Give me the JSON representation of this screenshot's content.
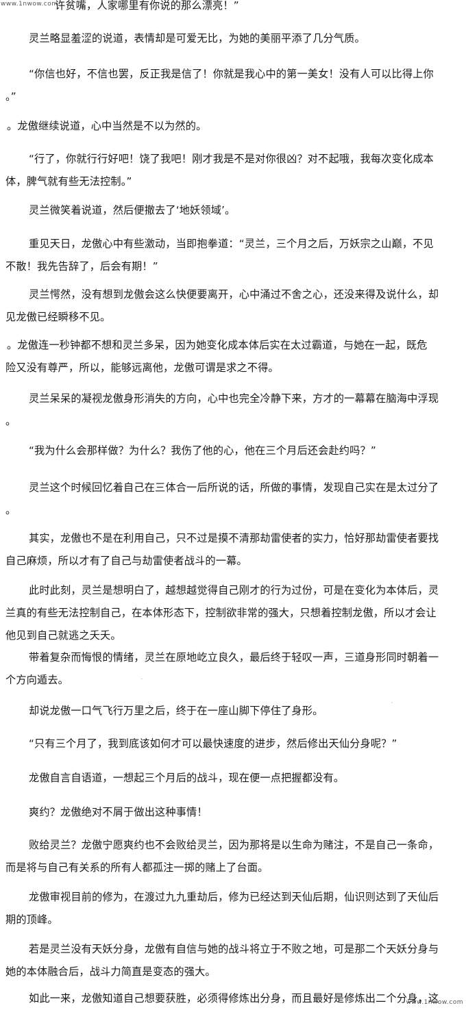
{
  "watermark_top": "www.1nwow.com",
  "watermark_bottom": "www.1nwow.com",
  "paragraphs": [
    [
      "许贫嘴，人家哪里有你说的那么漂亮！”"
    ],
    [
      "灵兰略显羞涩的说道，表情却是可爱无比，为她的美丽平添了几分气质。"
    ],
    [
      "“你信也好，不信也罢，反正我是信了！你就是我心中的第一美女！没有人可以比得上你",
      "。”"
    ],
    [
      "。龙傲继续说道，心中当然是不以为然的。"
    ],
    [
      "“行了，你就行行好吧！饶了我吧！刚才我是不是对你很凶？对不起哦，我每次变化成本",
      "体，脾气就有些无法控制。”"
    ],
    [
      "灵兰微笑着说道，然后便撤去了‘地妖领域’。"
    ],
    [
      "重见天日，龙傲心中有些激动，当即抱拳道：“灵兰，三个月之后，万妖宗之山巅，不见",
      "不散！我先告辞了，后会有期！”"
    ],
    [
      "灵兰愕然，没有想到龙傲会这么快便要离开，心中涌过不舍之心，还没来得及说什么，却",
      "见龙傲已经瞬移不见。"
    ],
    [
      "。龙傲连一秒钟都不想和灵兰多呆，因为她变化成本体后实在太过霸道，与她在一起，既危",
      "险又没有尊严，所以，能够远离他，龙傲可谓是求之不得。"
    ],
    [
      "灵兰呆呆的凝视龙傲身形消失的方向，心中也完全冷静下来，方才的一幕幕在脑海中浮现",
      "。"
    ],
    [
      "“我为什么会那样做？为什么？我伤了他的心，他在三个月后还会赴约吗？”"
    ],
    [
      "灵兰这个时候回忆着自己在三体合一后所说的话，所做的事情，发现自己实在是太过分了",
      "。"
    ],
    [
      "其实，龙傲也不是在利用自己，只不过是摸不清那劫雷使者的实力，恰好那劫雷使者要找",
      "自己麻烦，所以才有了自己与劫雷使者战斗的一幕。"
    ],
    [
      "此时此刻，灵兰是想明白了，越想越觉得自己刚才的行为过份，可是在变化为本体后，灵",
      "兰真的有些无法控制自己，在本体形态下，控制欲非常的强大，只想着控制龙傲，所以才会让",
      "他见到自己就逃之夭夭。"
    ],
    [
      "带着复杂而悔恨的情绪，灵兰在原地屹立良久，最后终于轻叹一声，三道身形同时朝着一",
      "个方向遁去。"
    ],
    [
      "却说龙傲一口气飞行万里之后，终于在一座山脚下停住了身形。"
    ],
    [
      "“只有三个月了，我到底该如何才可以最快速度的进步，然后修出天仙分身呢？”"
    ],
    [
      "龙傲自言自语道，一想起三个月后的战斗，现在便一点把握都没有。"
    ],
    [
      "爽约？龙傲绝对不屑于做出这种事情！"
    ],
    [
      "败给灵兰？龙傲宁愿爽约也不会败给灵兰，因为那将是以生命为赌注，不是自己一条命，",
      "而是将与自己有关系的所有人都孤注一掷的赌上了台面。"
    ],
    [
      "龙傲审视目前的修为，在渡过九九重劫后，修为已经达到天仙后期，仙识则达到了天仙后",
      "期的顶峰。"
    ],
    [
      "若是灵兰没有天妖分身，龙傲有自信与她的战斗将立于不败之地，可是那二个天妖分身与",
      "她的本体融合后，战斗力简直是变态的强大。"
    ],
    [
      "如此一来，龙傲知道自己想要获胜，必须得修炼出分身，而且最好是修炼出二个分身，这"
    ]
  ]
}
